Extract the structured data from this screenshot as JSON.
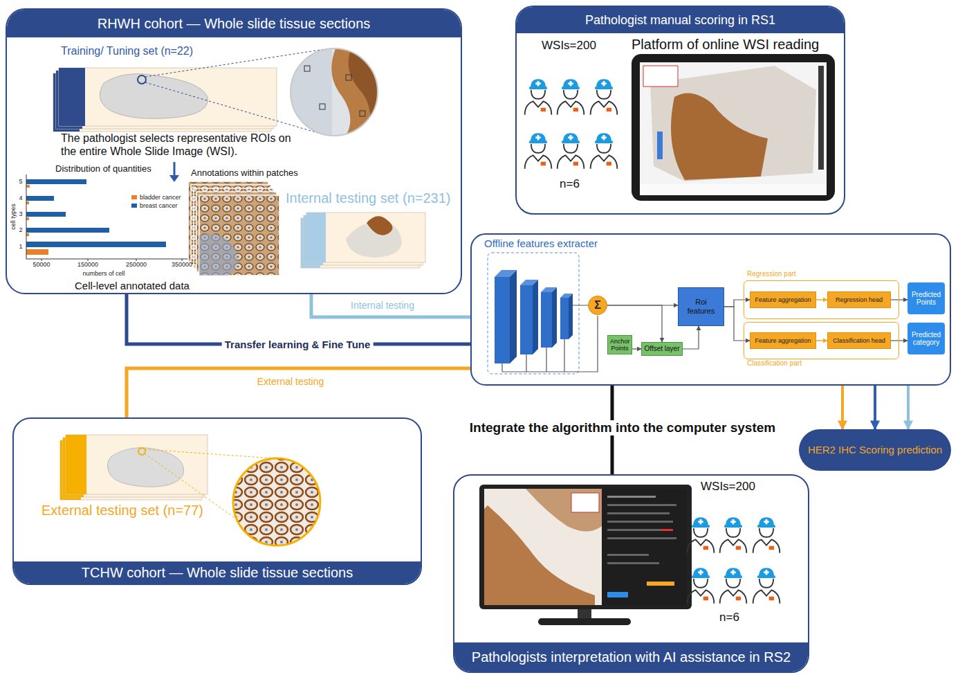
{
  "diagram": {
    "nodes": [
      {
        "text": [
          "RHWH cohort — Whole slide tissue sections",
          "Training/ Tuning set (n=22)",
          "The pathologist selects representative ROIs on the entire Whole Slide Image (WSI).",
          "Distribution of quantities",
          "Annotations within patches",
          "Internal testing set (n=231)",
          "Cell-level annotated data"
        ]
      },
      {
        "text": [
          "Pathologist manual scoring in RS1",
          "WSIs=200",
          "Platform of online WSI reading",
          "n=6"
        ]
      },
      {
        "text": [
          "Offline features extracter"
        ]
      },
      {
        "text": [
          "Σ"
        ],
        "in": 2
      },
      {
        "text": [
          "Anchor Points"
        ],
        "in": 2
      },
      {
        "text": [
          "Offset layer"
        ],
        "in": 2
      },
      {
        "text": [
          "Roi features"
        ],
        "in": 2
      },
      {
        "text": [
          "Regression part"
        ],
        "in": 2
      },
      {
        "text": [
          "Feature aggregation"
        ],
        "in": 7
      },
      {
        "text": [
          "Regression head"
        ],
        "in": 7
      },
      {
        "text": [
          "Classification part"
        ],
        "in": 2
      },
      {
        "text": [
          "Feature aggregation"
        ],
        "in": 10
      },
      {
        "text": [
          "Classification head"
        ],
        "in": 10
      },
      {
        "text": [
          "Predicted Points"
        ],
        "in": 2
      },
      {
        "text": [
          "Predicted category"
        ],
        "in": 2
      },
      {
        "text": [
          "HER2 IHC Scoring prediction"
        ]
      },
      {
        "text": [
          "External testing set (n=77)",
          "TCHW cohort — Whole slide tissue sections"
        ]
      },
      {
        "text": [
          "WSIs=200",
          "n=6",
          "Pathologists interpretation with AI assistance in RS2"
        ]
      }
    ],
    "edges": [
      {
        "from": 0,
        "to": 2,
        "arrow": "none",
        "label": "Transfer learning & Fine Tune"
      },
      {
        "from": 0,
        "to": 2,
        "arrow": "none",
        "label": "Internal testing"
      },
      {
        "from": 16,
        "to": 2,
        "arrow": "none",
        "label": "External testing"
      },
      {
        "from": 2,
        "to": 15,
        "arrow": "to"
      },
      {
        "from": 2,
        "to": 15,
        "arrow": "to"
      },
      {
        "from": 2,
        "to": 15,
        "arrow": "to"
      },
      {
        "from": 2,
        "to": 17,
        "arrow": "none",
        "label": "Integrate the algorithm into the computer system"
      },
      {
        "from": 3,
        "to": 6,
        "arrow": "to"
      },
      {
        "from": 3,
        "to": 5,
        "arrow": "to"
      },
      {
        "from": 4,
        "to": 5,
        "arrow": "to"
      },
      {
        "from": 5,
        "to": 6,
        "arrow": "to"
      },
      {
        "from": 6,
        "to": 8,
        "arrow": "to"
      },
      {
        "from": 6,
        "to": 11,
        "arrow": "to"
      },
      {
        "from": 8,
        "to": 9,
        "arrow": "to"
      },
      {
        "from": 11,
        "to": 12,
        "arrow": "to"
      },
      {
        "from": 9,
        "to": 13,
        "arrow": "to"
      },
      {
        "from": 12,
        "to": 14,
        "arrow": "to"
      }
    ],
    "labels": [
      "5",
      "4",
      "3",
      "2",
      "1",
      "cell types",
      "50000",
      "150000",
      "250000",
      "350000",
      "numbers of cell"
    ],
    "legend": [
      {
        "text": "bladder cancer",
        "color": "#e8822a"
      },
      {
        "text": "breast cancer",
        "color": "#1f5fa8"
      }
    ]
  }
}
